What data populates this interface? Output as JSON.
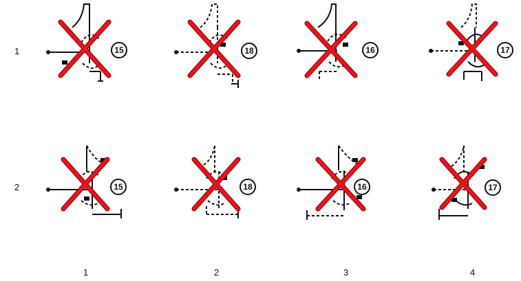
{
  "rows": [
    {
      "label": "1",
      "cells": [
        {
          "variant": "a",
          "badge": "15",
          "crossed": true
        },
        {
          "variant": "b",
          "badge": "18",
          "crossed": true
        },
        {
          "variant": "c",
          "badge": "16",
          "crossed": true
        },
        {
          "variant": "d",
          "badge": "17",
          "crossed": true
        }
      ]
    },
    {
      "label": "2",
      "cells": [
        {
          "variant": "e",
          "badge": "15",
          "crossed": true
        },
        {
          "variant": "f",
          "badge": "18",
          "crossed": true
        },
        {
          "variant": "g",
          "badge": "16",
          "crossed": true
        },
        {
          "variant": "h",
          "badge": "17",
          "crossed": true
        }
      ]
    }
  ],
  "columns": [
    "1",
    "2",
    "3",
    "4"
  ],
  "colors": {
    "line": "#111111",
    "cross": "#e8141e",
    "cross_edge": "#8a0000"
  }
}
